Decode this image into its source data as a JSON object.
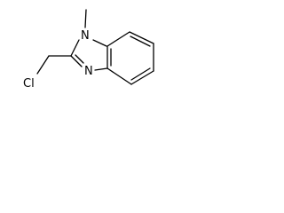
{
  "molecule": {
    "atoms": {
      "n1": "N",
      "n3": "N",
      "cl": "Cl"
    }
  }
}
